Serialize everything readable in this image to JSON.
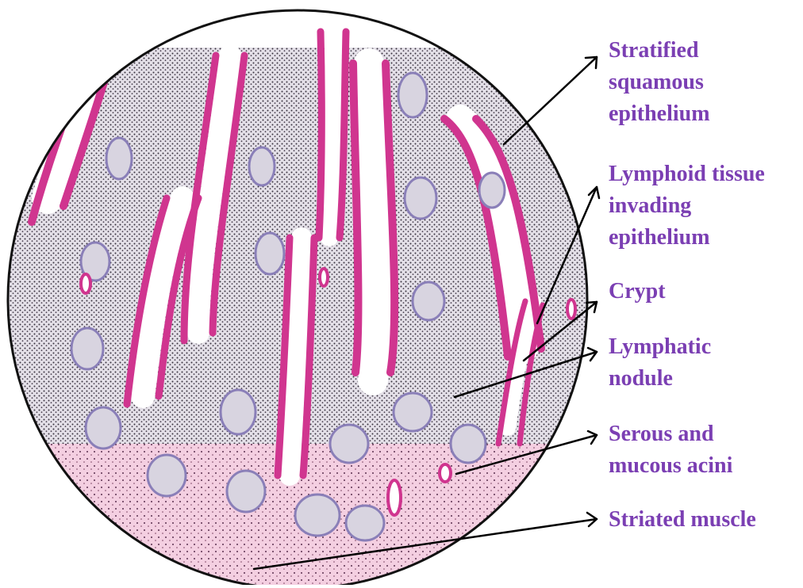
{
  "diagram": {
    "colors": {
      "label": "#7b3fb3",
      "epithelium": "#d0358f",
      "lamina": "#f2c6dd",
      "lymph_blue": "#8a7fb8",
      "arrow": "#000000",
      "outline": "#111111"
    },
    "labels": [
      {
        "id": "stratified",
        "lines": [
          "Stratified",
          "squamous",
          "epithelium"
        ]
      },
      {
        "id": "lymphoid",
        "lines": [
          "Lymphoid tissue",
          "invading",
          "epithelium"
        ]
      },
      {
        "id": "crypt",
        "lines": [
          "Crypt"
        ]
      },
      {
        "id": "nodule",
        "lines": [
          "Lymphatic",
          "nodule"
        ]
      },
      {
        "id": "acini",
        "lines": [
          "Serous and",
          "mucous acini"
        ]
      },
      {
        "id": "muscle",
        "lines": [
          "Striated muscle"
        ]
      }
    ]
  }
}
